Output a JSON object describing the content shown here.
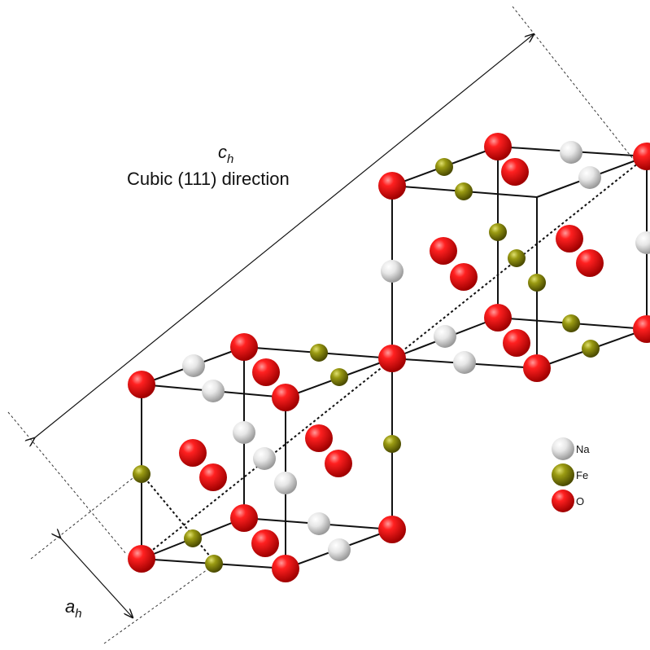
{
  "labels": {
    "ch_main": "c",
    "ch_sub": "h",
    "direction": "Cubic (111) direction",
    "ah_main": "a",
    "ah_sub": "h"
  },
  "legend": [
    {
      "element": "Na",
      "color": "#e8e8e8"
    },
    {
      "element": "Fe",
      "color": "#8a8a10"
    },
    {
      "element": "O",
      "color": "#e00000"
    }
  ],
  "colors": {
    "Na": "#e8e8e8",
    "Fe": "#8a8a10",
    "O": "#e00000"
  }
}
